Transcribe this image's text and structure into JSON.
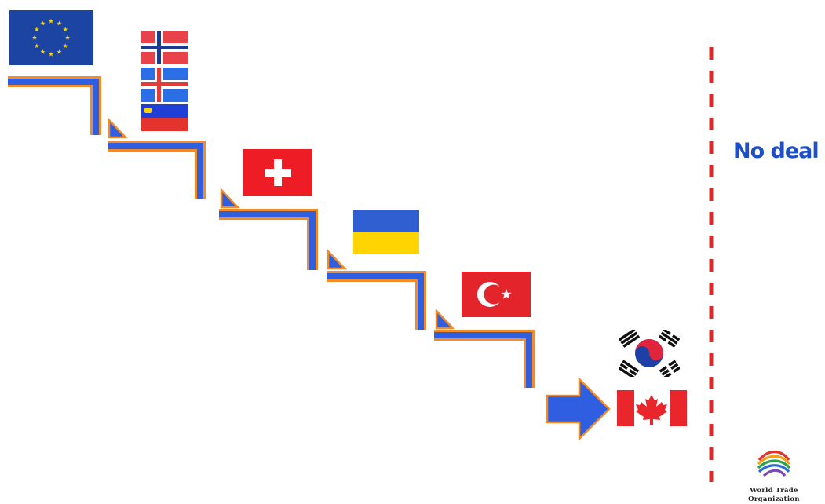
{
  "colors": {
    "stair_blue": "#2f5fe0",
    "stair_orange": "#f28c28",
    "divider_red": "#d92a2a",
    "no_deal_blue": "#1e4fc9",
    "eu_blue": "#1c45a3",
    "eu_star": "#ffd200",
    "norway_red": "#e8434b",
    "norway_blue": "#1e3a8a",
    "iceland_blue": "#2b6ee6",
    "iceland_red": "#e33a3a",
    "liechtenstein_blue": "#1f3fd6",
    "liechtenstein_red": "#e3332c",
    "swiss_red": "#ee1c25",
    "ukraine_blue": "#2f5fd0",
    "ukraine_yellow": "#ffd400",
    "turkey_red": "#e3242b",
    "korea_red": "#e0243b",
    "korea_blue": "#1e3fa6",
    "canada_red": "#e8262b"
  },
  "icons": {
    "eu": "eu-flag-icon",
    "norway": "norway-flag-icon",
    "iceland": "iceland-flag-icon",
    "liechtenstein": "liechtenstein-flag-icon",
    "switzerland": "switzerland-flag-icon",
    "ukraine": "ukraine-flag-icon",
    "turkey": "turkey-flag-icon",
    "south_korea": "south-korea-flag-icon",
    "canada": "canada-flag-icon",
    "wto_logo": "wto-logo-icon",
    "arrow": "arrow-right-icon"
  },
  "labels": {
    "no_deal": "No deal"
  },
  "wto": {
    "line1": "World Trade",
    "line2": "Organization"
  }
}
